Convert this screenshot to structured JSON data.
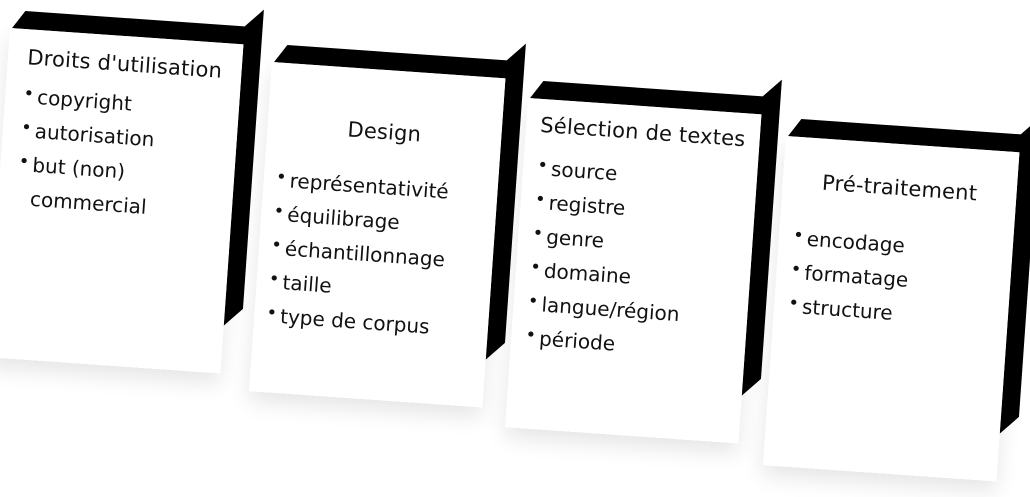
{
  "diagram": {
    "cards": [
      {
        "title": "Droits d'utilisation",
        "items": [
          "copyright",
          "autorisation",
          "but (non) commercial"
        ]
      },
      {
        "title": "Design",
        "items": [
          "représentativité",
          "équilibrage",
          "échantillonnage",
          "taille",
          "type de corpus"
        ]
      },
      {
        "title": "Sélection de textes",
        "items": [
          "source",
          "registre",
          "genre",
          "domaine",
          "langue/région",
          "période"
        ]
      },
      {
        "title": "Pré-traitement",
        "items": [
          "encodage",
          "formatage",
          "structure"
        ]
      }
    ],
    "bullet_symbol": "•",
    "colors": {
      "card_face": "#ffffff",
      "card_edges": "#000000",
      "text": "#111111"
    }
  }
}
